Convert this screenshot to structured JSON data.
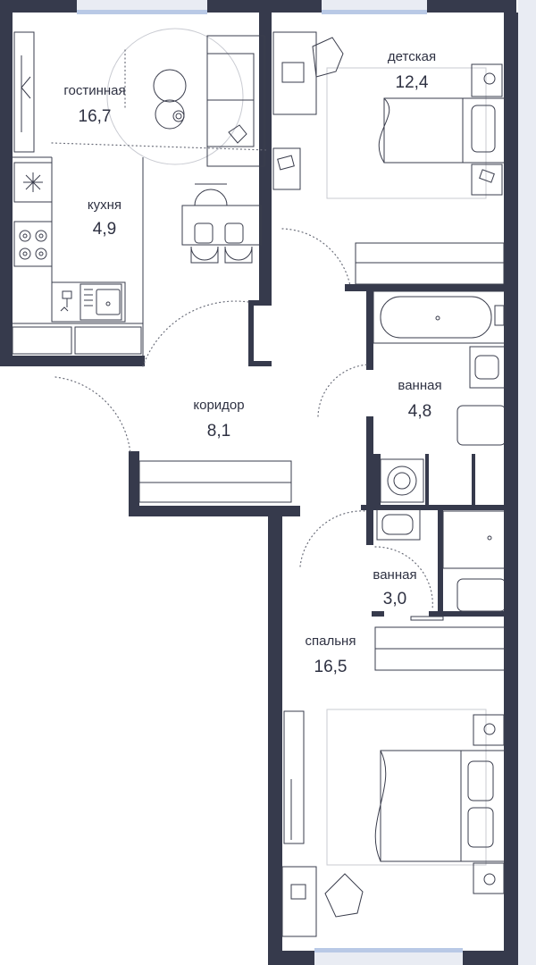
{
  "colors": {
    "wall": "#363a4c",
    "window": "#b9c9e6",
    "text": "#2e3142",
    "line": "#3a3d4c"
  },
  "rooms": {
    "living": {
      "name": "гостинная",
      "area": "16,7"
    },
    "kids": {
      "name": "детская",
      "area": "12,4"
    },
    "kitchen": {
      "name": "кухня",
      "area": "4,9"
    },
    "bath1": {
      "name": "ванная",
      "area": "4,8"
    },
    "corridor": {
      "name": "коридор",
      "area": "8,1"
    },
    "bath2": {
      "name": "ванная",
      "area": "3,0"
    },
    "bedroom": {
      "name": "спальня",
      "area": "16,5"
    }
  }
}
